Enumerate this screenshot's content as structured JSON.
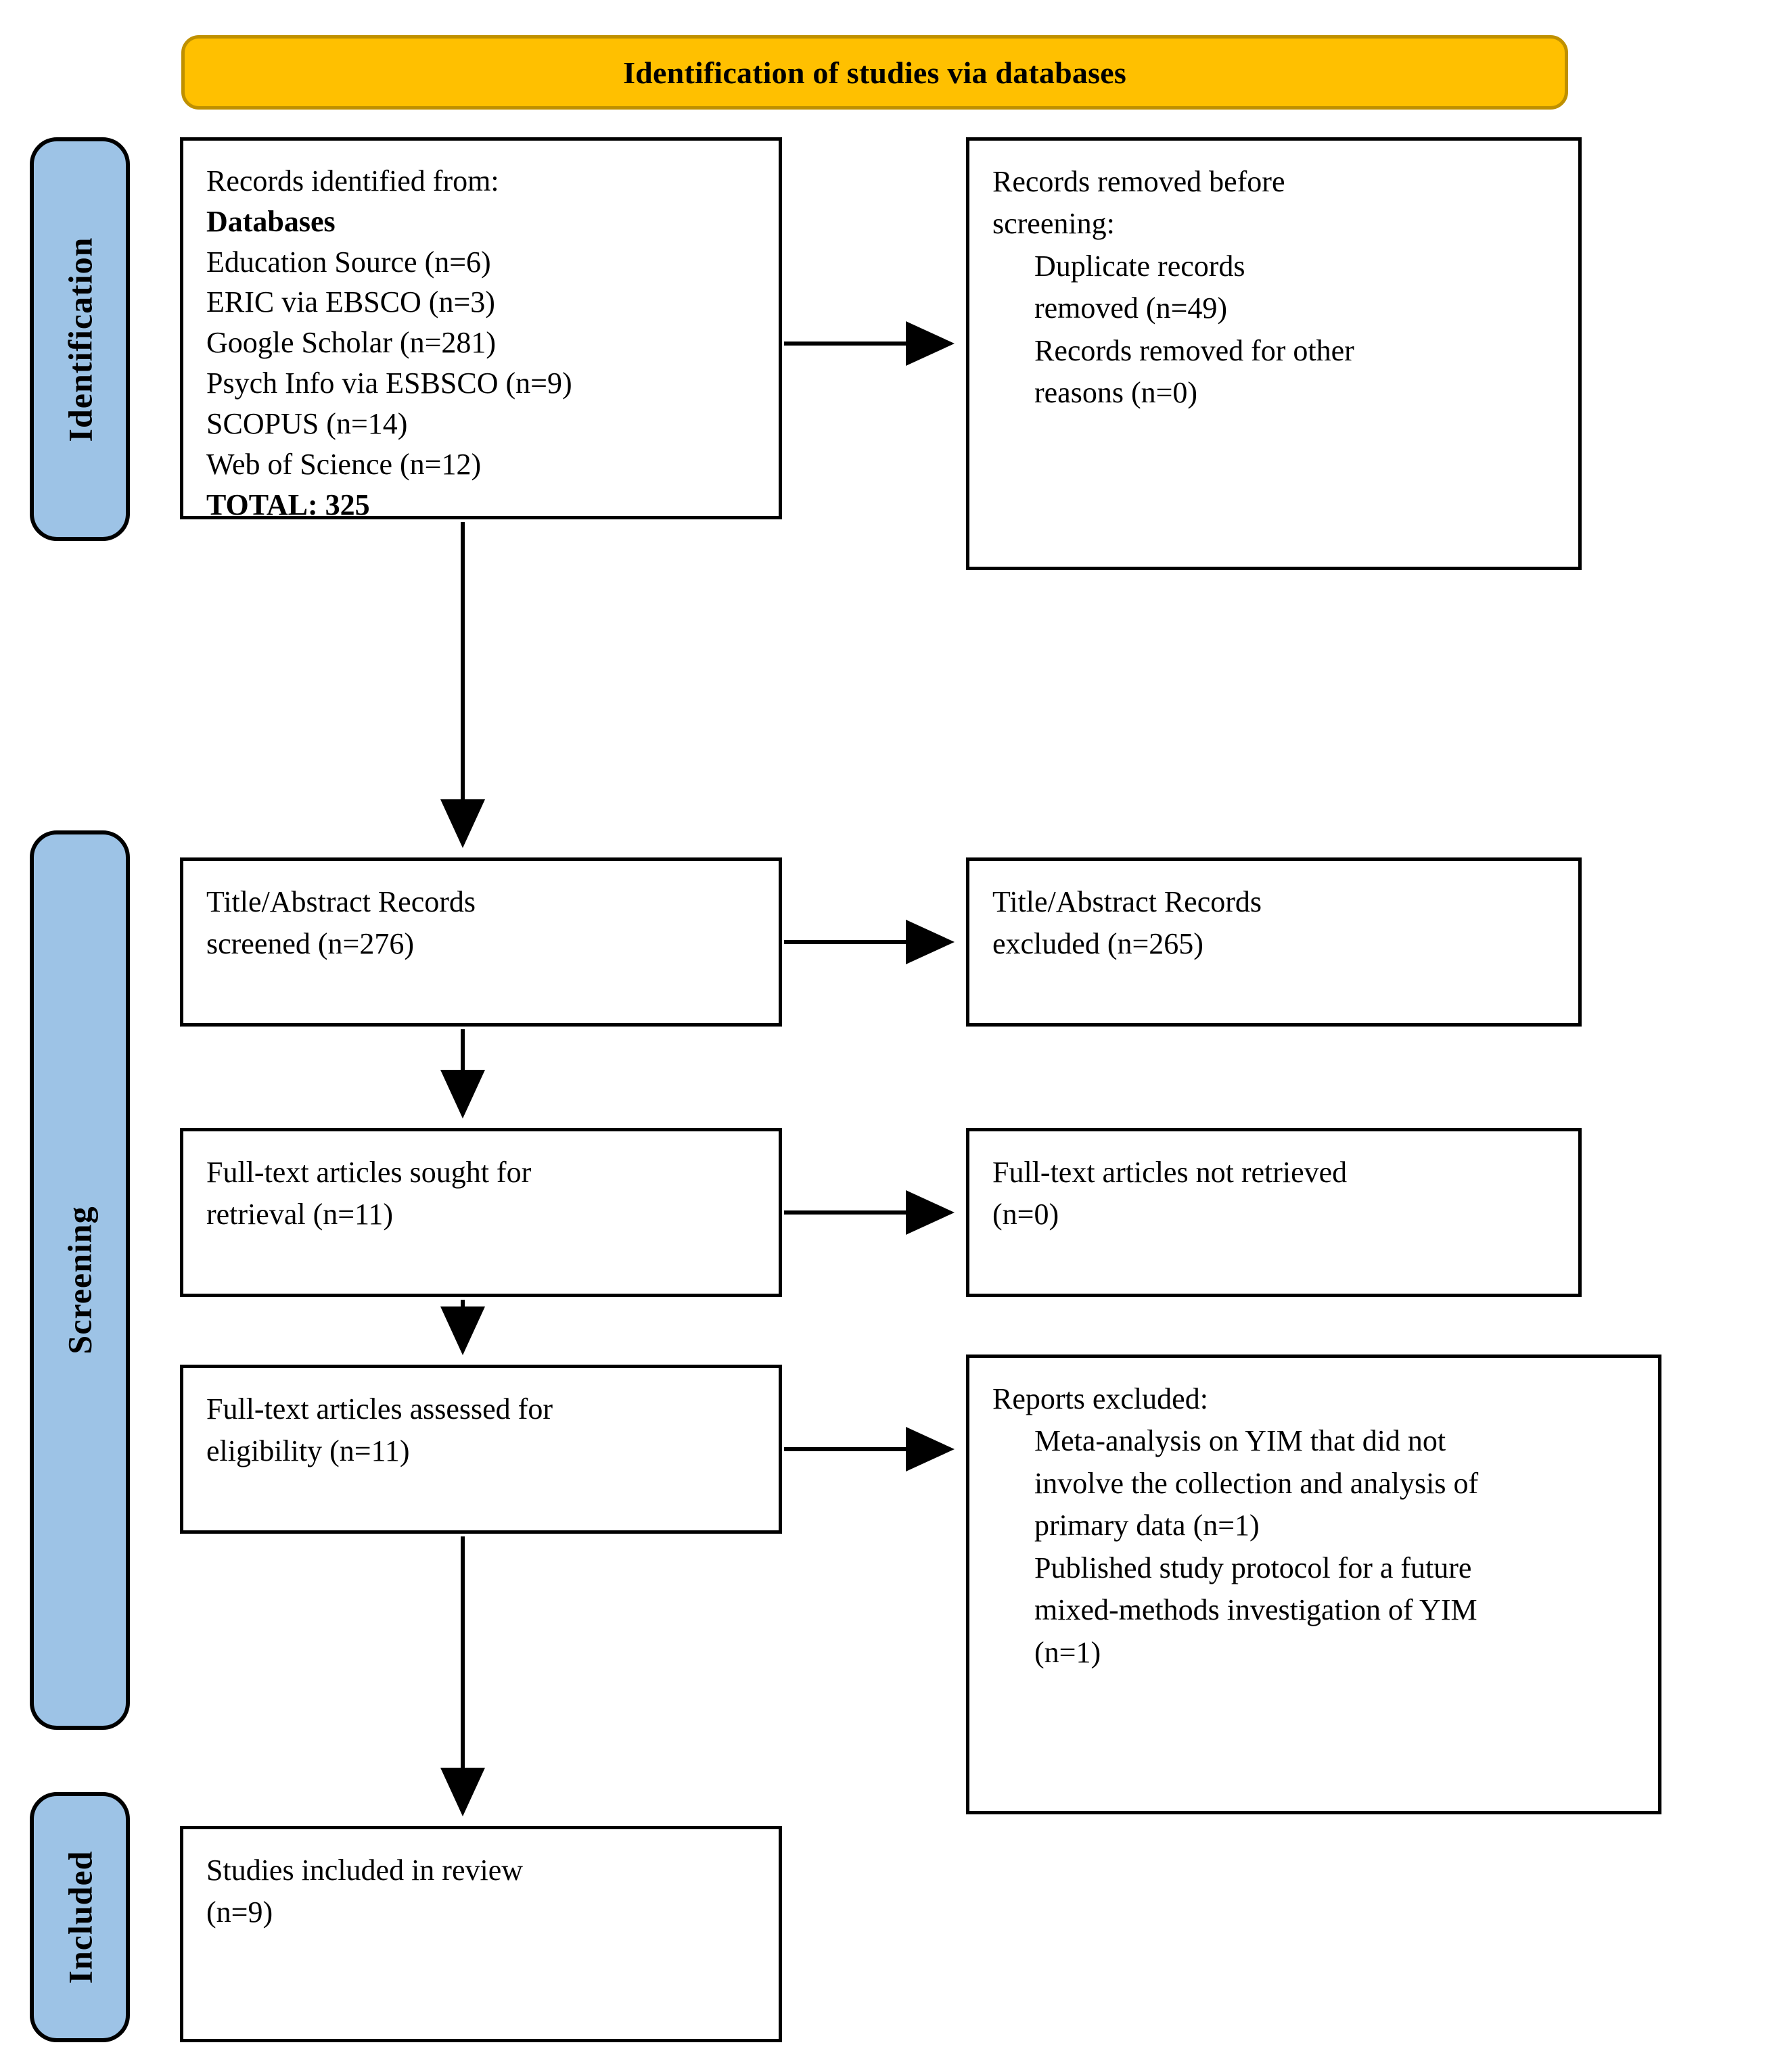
{
  "banner": {
    "title": "Identification of studies via databases"
  },
  "stages": [
    {
      "id": "identification",
      "label": "Identification"
    },
    {
      "id": "screening",
      "label": "Screening"
    },
    {
      "id": "included",
      "label": "Included"
    }
  ],
  "boxes": {
    "identified": {
      "l1": "Records identified from:",
      "l2": "Databases",
      "l3": "Education Source (n=6)",
      "l4": "ERIC via EBSCO (n=3)",
      "l5": "Google Scholar (n=281)",
      "l6": "Psych Info via ESBSCO (n=9)",
      "l7": "SCOPUS (n=14)",
      "l8": "Web of Science (n=12)",
      "l9": "TOTAL: 325"
    },
    "removed": {
      "l1a": "Records removed ",
      "l1b": "before",
      "l2a": "screening",
      "l2b": ":",
      "l3": "Duplicate records",
      "l4": "removed (n=49)",
      "l5": "Records removed for other",
      "l6": "reasons (n=0)"
    },
    "screened": {
      "l1": "Title/Abstract Records",
      "l2": "screened (n=276)"
    },
    "excluded_ta": {
      "l1": "Title/Abstract Records",
      "l2": "excluded (n=265)"
    },
    "sought": {
      "l1": "Full-text articles sought for",
      "l2": "retrieval (n=11)"
    },
    "not_retrieved": {
      "l1": "Full-text articles not retrieved",
      "l2": "(n=0)"
    },
    "assessed": {
      "l1": "Full-text articles assessed for",
      "l2": "eligibility (n=11)"
    },
    "reports_excluded": {
      "l1": "Reports excluded:",
      "l2": "Meta-analysis on YIM that did not",
      "l3": "involve the collection and analysis of",
      "l4": "primary data (n=1)",
      "l5": "Published study protocol for a future",
      "l6": "mixed-methods investigation of YIM",
      "l7": "(n=1)"
    },
    "included": {
      "l1": "Studies included in review",
      "l2": "(n=9)"
    }
  },
  "colors": {
    "banner_fill": "#FFC000",
    "banner_border": "#BF9000",
    "stage_fill": "#9DC3E6",
    "box_border": "#000000",
    "connector": "#000000"
  },
  "chart_data": {
    "type": "diagram",
    "title": "Identification of studies via databases",
    "flow": "PRISMA 2020 flow diagram",
    "counts": {
      "education_source": 6,
      "eric_via_ebsco": 3,
      "google_scholar": 281,
      "psych_info_via_esbsco": 9,
      "scopus": 14,
      "web_of_science": 12,
      "total_identified": 325,
      "duplicate_records_removed": 49,
      "records_removed_other_reasons": 0,
      "title_abstract_screened": 276,
      "title_abstract_excluded": 265,
      "fulltext_sought": 11,
      "fulltext_not_retrieved": 0,
      "fulltext_assessed": 11,
      "reports_excluded_meta_analysis": 1,
      "reports_excluded_protocol": 1,
      "studies_included": 9
    }
  }
}
